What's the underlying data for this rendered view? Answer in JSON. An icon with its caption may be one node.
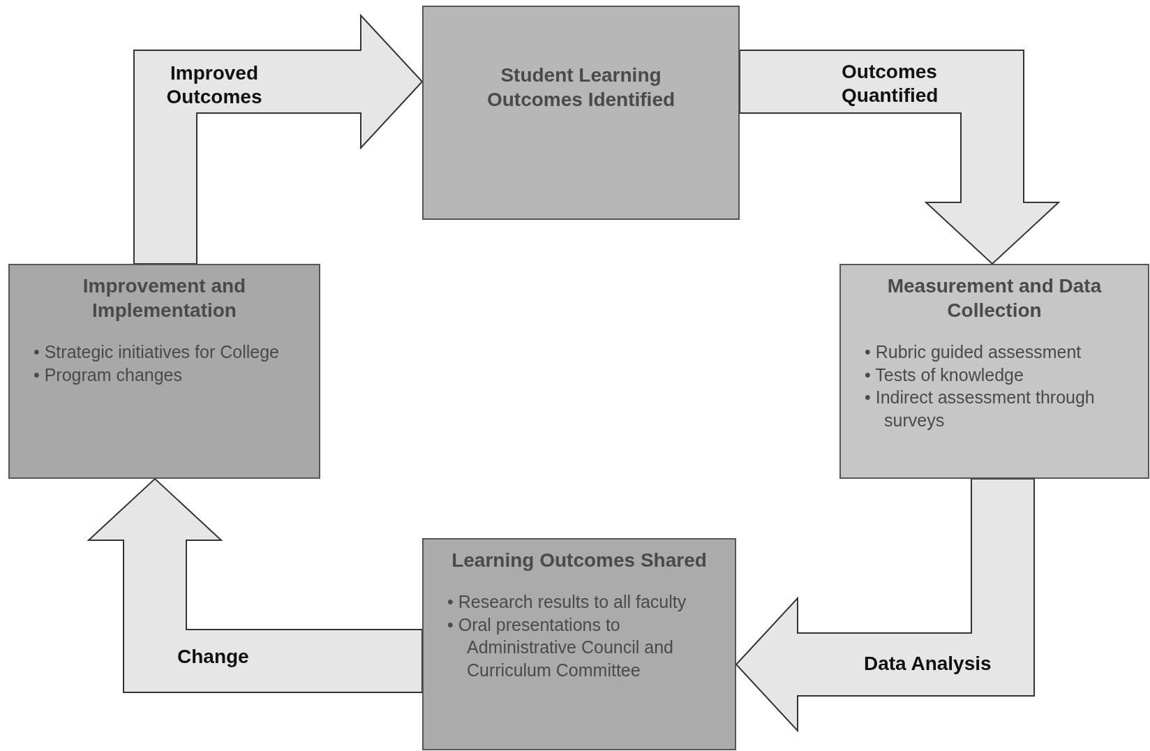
{
  "diagram": {
    "nodes": [
      {
        "text": [
          "Student Learning Outcomes Identified"
        ]
      },
      {
        "text": [
          "Measurement and Data Collection",
          "• Rubric guided assessment",
          "• Tests of knowledge",
          "• Indirect assessment through surveys"
        ]
      },
      {
        "text": [
          "Learning Outcomes Shared",
          "• Research results to all faculty",
          "• Oral presentations to Administrative Council and Curriculum Committee"
        ]
      },
      {
        "text": [
          "Improvement and Implementation",
          "• Strategic initiatives for College",
          "• Program changes"
        ]
      }
    ],
    "edges": [
      {
        "from": 0,
        "to": 1,
        "arrow": "to",
        "label": "Outcomes Quantified"
      },
      {
        "from": 1,
        "to": 2,
        "arrow": "to",
        "label": "Data Analysis"
      },
      {
        "from": 2,
        "to": 3,
        "arrow": "to",
        "label": "Change"
      },
      {
        "from": 3,
        "to": 0,
        "arrow": "to",
        "label": "Improved Outcomes"
      }
    ]
  }
}
